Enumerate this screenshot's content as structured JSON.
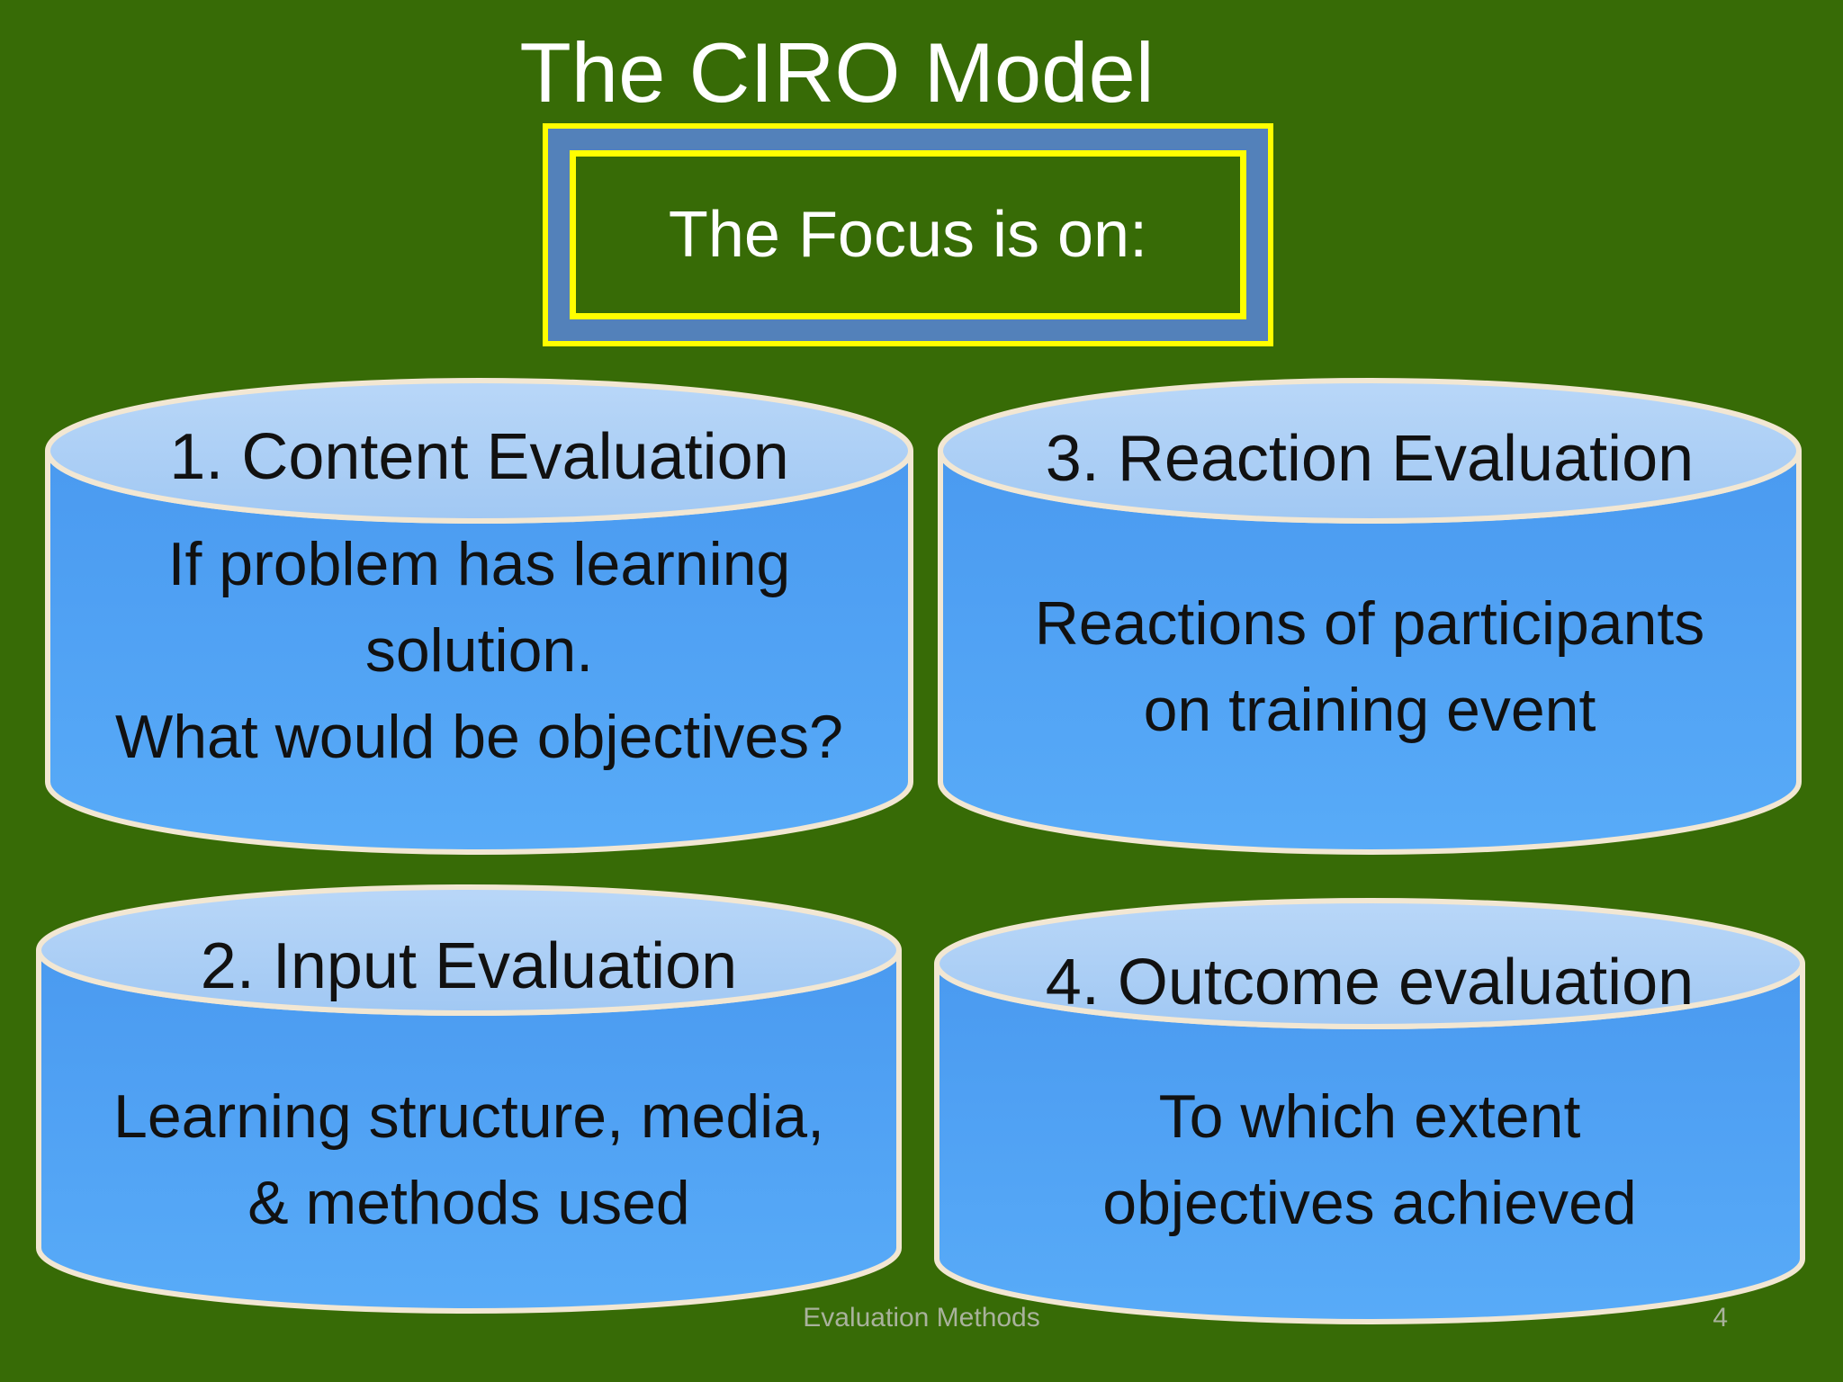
{
  "slide": {
    "title": "The CIRO Model",
    "focus": {
      "label": "The Focus is on:"
    },
    "cylinders": [
      {
        "title": "1. Content Evaluation",
        "lines": [
          "If problem has learning",
          "solution.",
          "What would be objectives?"
        ]
      },
      {
        "title": "3. Reaction Evaluation",
        "lines": [
          "Reactions of participants",
          "on training event"
        ]
      },
      {
        "title": "2. Input Evaluation",
        "lines": [
          "Learning structure, media,",
          "& methods used"
        ]
      },
      {
        "title": "4. Outcome evaluation",
        "lines": [
          "To which extent",
          "objectives achieved"
        ]
      }
    ],
    "footer": {
      "title": "Evaluation Methods",
      "page_number": "4"
    },
    "colors": {
      "background": "#376b06",
      "title_text": "#ffffff",
      "cylinder_text": "#111111",
      "cylinder_body": "#54a7f6",
      "cylinder_top": "#aacdf4",
      "cylinder_outline": "#f2e7d3",
      "focus_border": "#ffff00",
      "focus_band": "#5381ba",
      "footer_text": "#a9b29c"
    }
  }
}
